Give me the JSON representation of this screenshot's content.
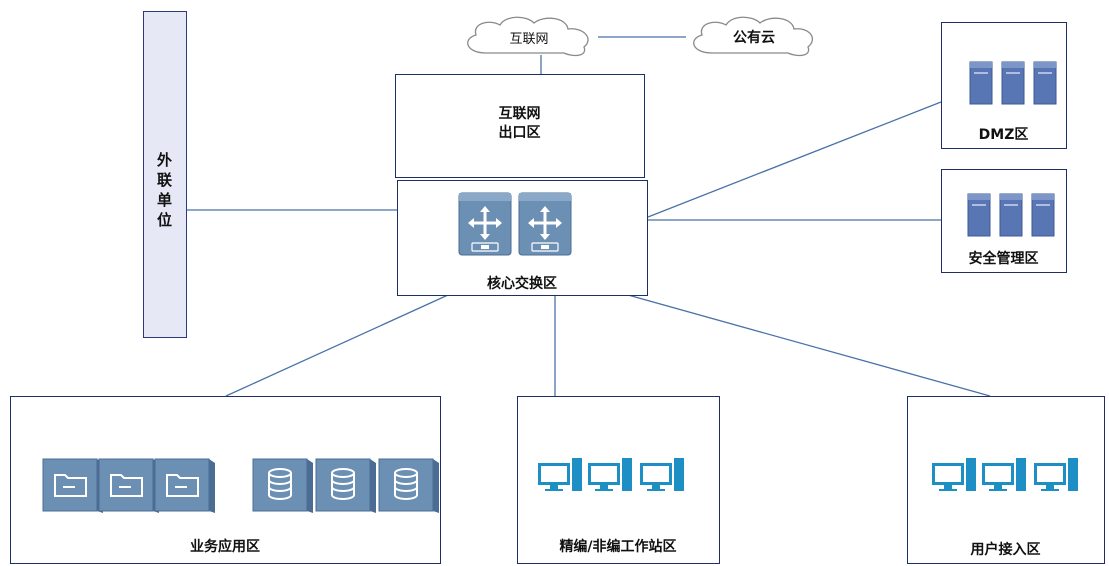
{
  "clouds": {
    "internet": "互联网",
    "public_cloud": "公有云"
  },
  "zones": {
    "external": "外\n联\n单\n位",
    "internet_exit": "互联网\n出口区",
    "core": "核心交换区",
    "dmz": "DMZ区",
    "security_mgmt": "安全管理区",
    "business": "业务应用区",
    "editing": "精编/非编工作站区",
    "user_access": "用户接入区"
  },
  "icons": {
    "core_switch": "layer3-switch-icon",
    "rack_server": "rack-server-icon",
    "file_server": "file-server-icon",
    "database_server": "database-server-icon",
    "workstation": "desktop-computer-icon"
  },
  "colors": {
    "link_line": "#4a72a8",
    "box_border": "#1f2f66",
    "external_fill": "#e6e9f5",
    "switch_blue": "#6c8fb4",
    "server_blue": "#5876b4",
    "pc_cyan": "#1d8fc4"
  }
}
